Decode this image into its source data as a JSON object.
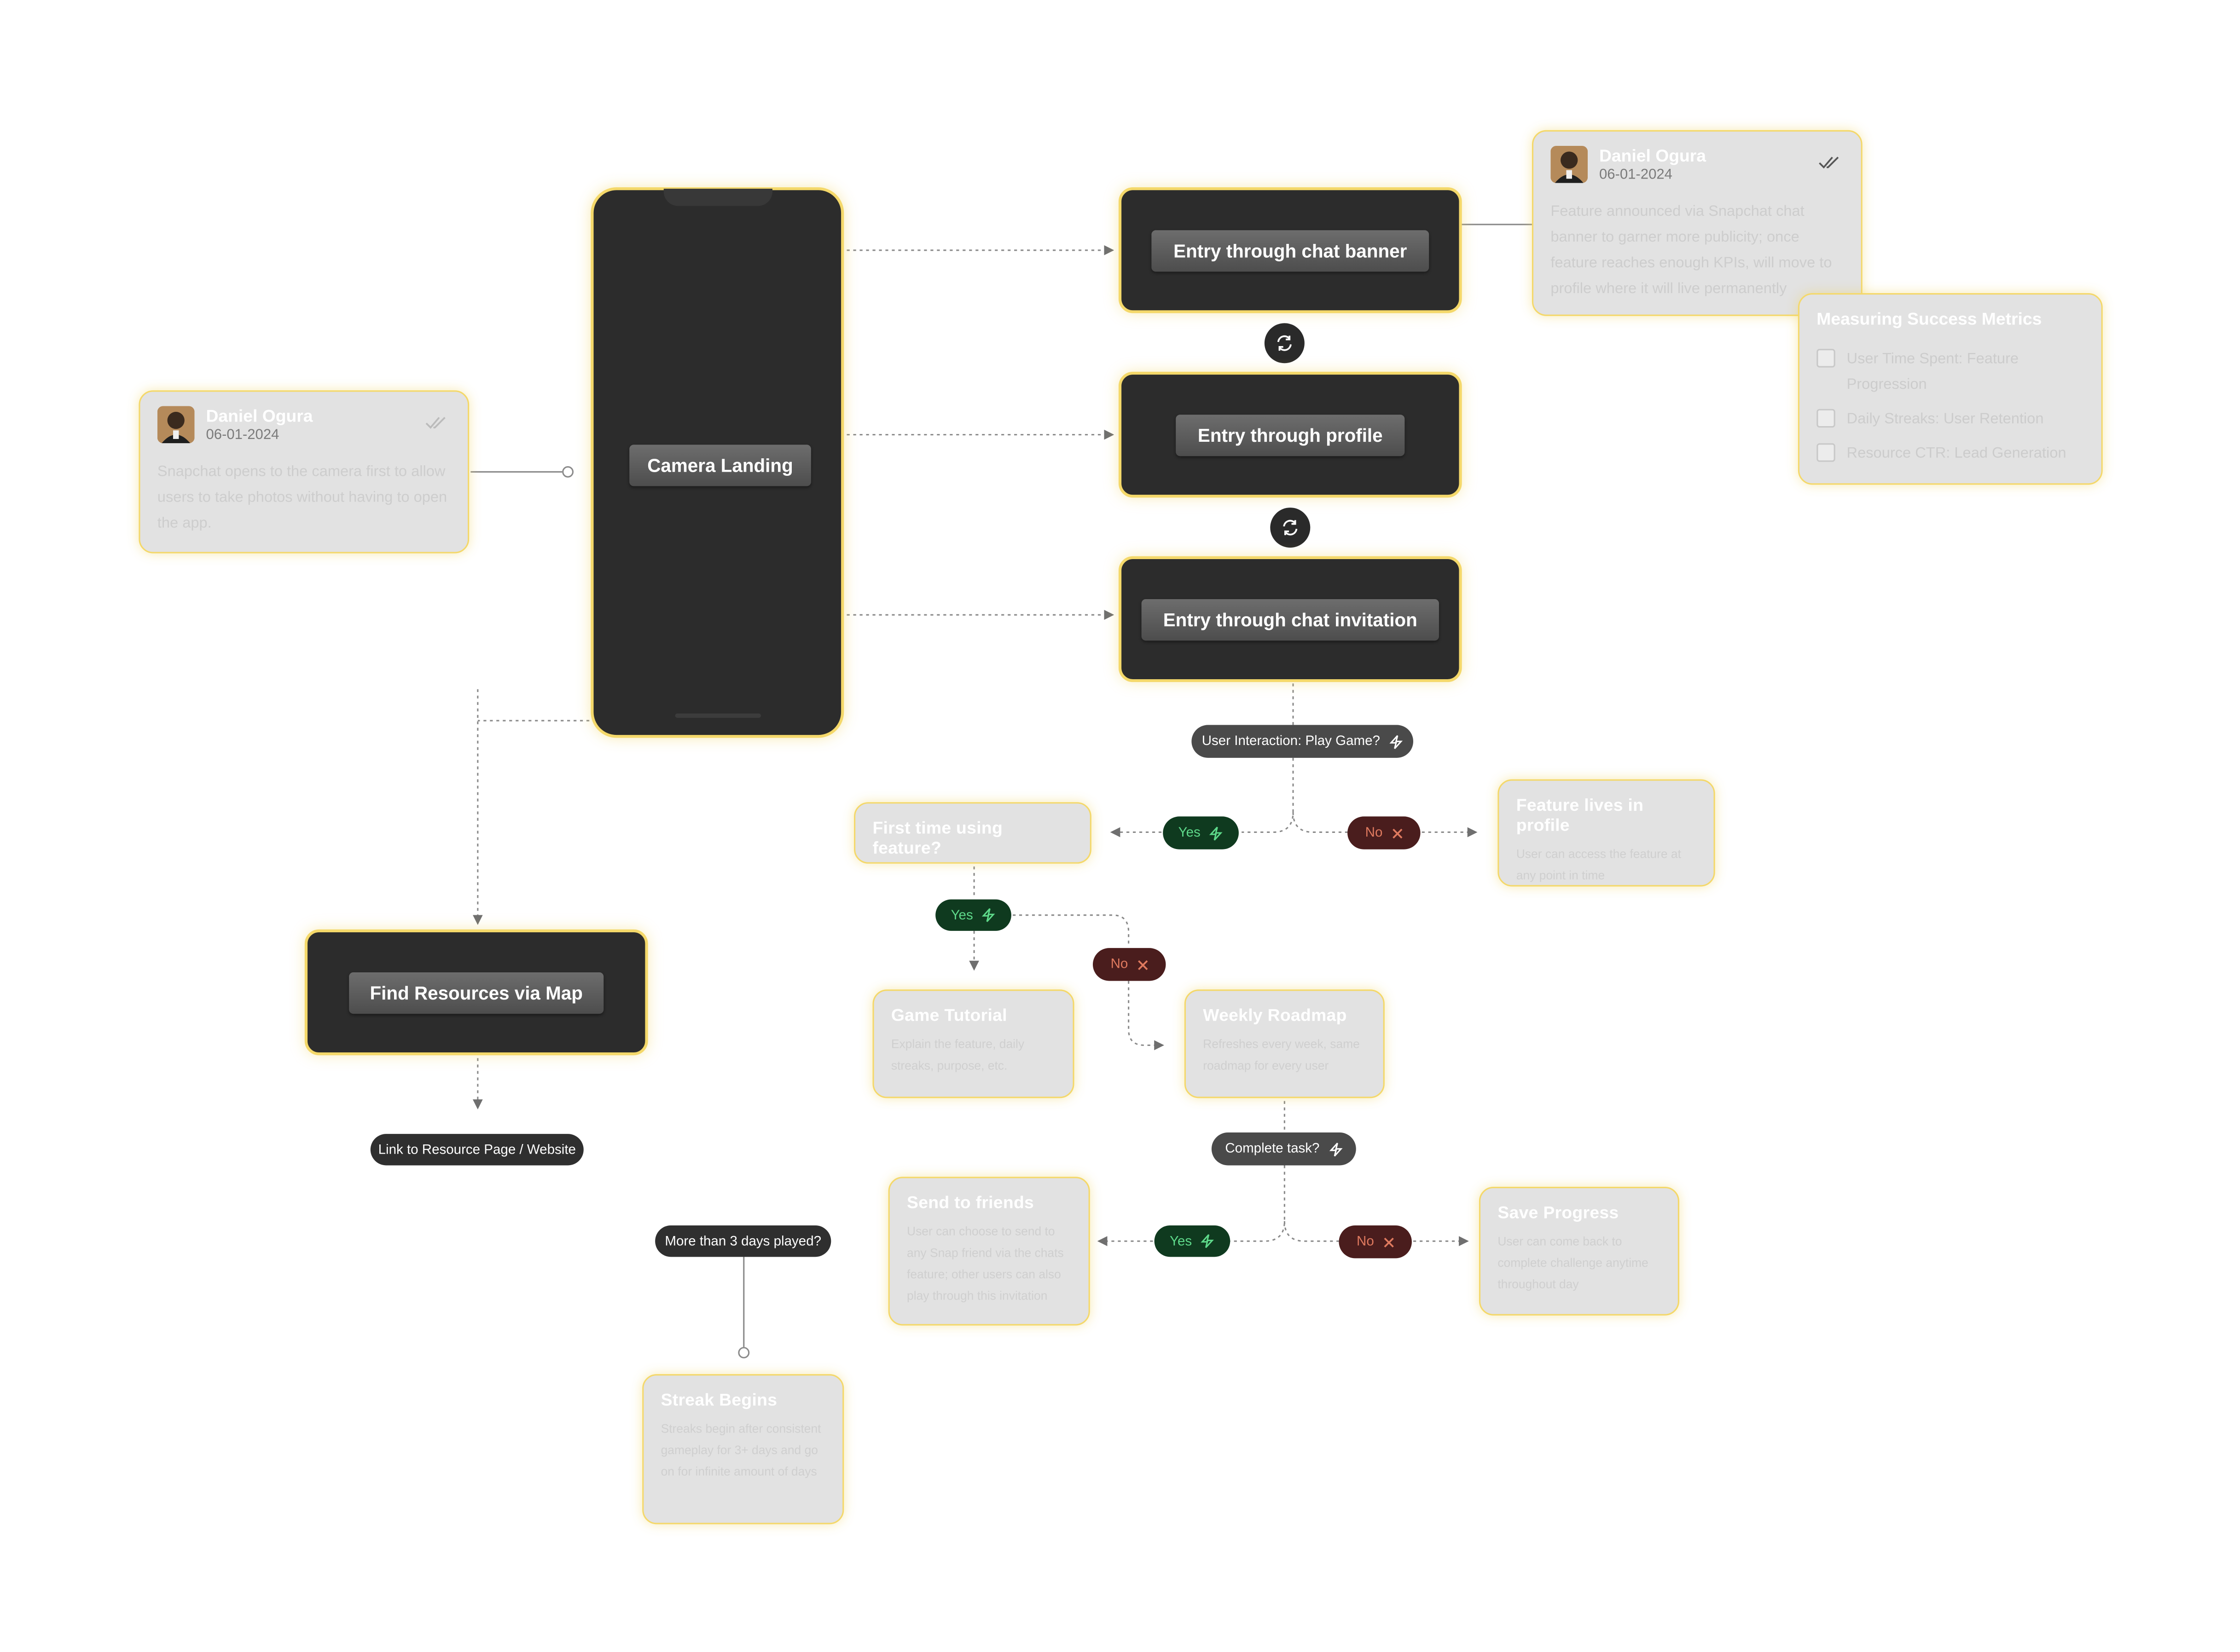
{
  "colors": {
    "node_fill": "#2c2c2c",
    "highlight_border": "#f4d86a",
    "card_fill": "#e2e2e2",
    "yes_chip": "#0f3a1f",
    "yes_text": "#5ed98a",
    "no_chip": "#4a1d1d",
    "no_text": "#e07a5f",
    "connector": "#8a8a8a"
  },
  "phone": {
    "label": "Camera Landing"
  },
  "entries": {
    "chat_banner": "Entry through chat banner",
    "profile": "Entry through profile",
    "chat_invitation": "Entry through chat invitation"
  },
  "find_resources": {
    "label": "Find Resources via Map"
  },
  "comments": [
    {
      "name": "Daniel Ogura",
      "date": "06-01-2024",
      "text": "Snapchat opens to the camera first to allow users to take photos without having to open the app.",
      "check_icon": "double-check-icon"
    },
    {
      "name": "Daniel Ogura",
      "date": "06-01-2024",
      "text": "Feature announced via Snapchat chat banner to garner more publicity; once feature reaches enough KPIs, will move to profile where it will live permanently",
      "check_icon": "double-check-icon"
    }
  ],
  "metrics": {
    "title": "Measuring Success Metrics",
    "items": [
      "User Time Spent: Feature Progression",
      "Daily Streaks: User Retention",
      "Resource CTR: Lead Generation"
    ]
  },
  "chips": {
    "play_game": "User Interaction: Play Game?",
    "yes": "Yes",
    "no": "No",
    "complete_task": "Complete task?",
    "more_than_3_days": "More than 3 days played?",
    "link_resource": "Link to Resource Page / Website"
  },
  "cards": {
    "first_time": {
      "title": "First time using feature?"
    },
    "feature_profile": {
      "title": "Feature lives in profile",
      "desc": "User can access the feature at any point in time"
    },
    "game_tutorial": {
      "title": "Game Tutorial",
      "desc": "Explain the feature, daily streaks, purpose, etc."
    },
    "weekly_roadmap": {
      "title": "Weekly Roadmap",
      "desc": "Refreshes every week, same roadmap for every user"
    },
    "send_friends": {
      "title": "Send to friends",
      "desc": "User can choose to send to any Snap friend via the chats feature; other users can also play through this invitation"
    },
    "save_progress": {
      "title": "Save Progress",
      "desc": "User can come back to complete challenge anytime throughout day"
    },
    "streak_begins": {
      "title": "Streak Begins",
      "desc": "Streaks begin after consistent gameplay for 3+ days and go on for infinite amount of days"
    }
  }
}
